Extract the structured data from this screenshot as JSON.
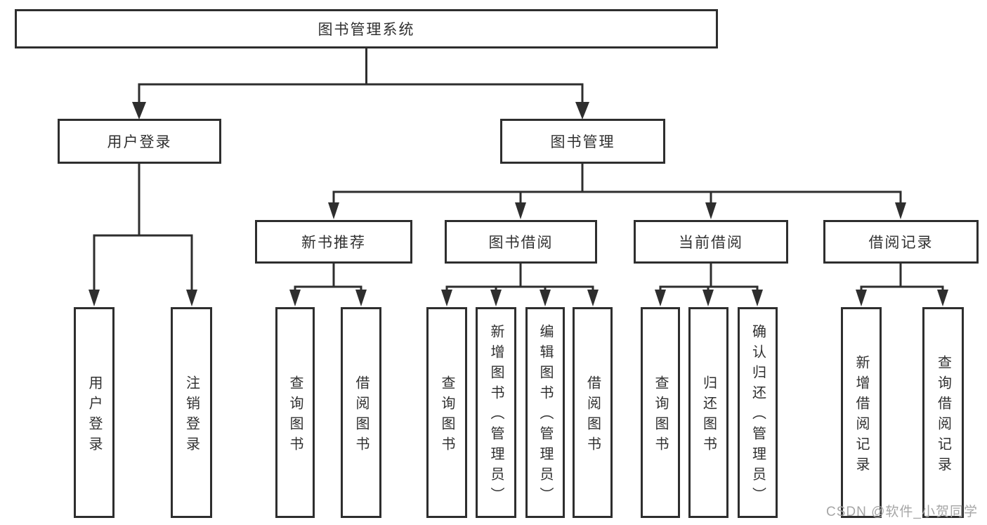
{
  "root": {
    "label": "图书管理系统"
  },
  "login": {
    "label": "用户登录",
    "children": [
      "用户登录",
      "注销登录"
    ]
  },
  "management": {
    "label": "图书管理",
    "groups": [
      {
        "label": "新书推荐",
        "children": [
          "查询图书",
          "借阅图书"
        ]
      },
      {
        "label": "图书借阅",
        "children": [
          "查询图书",
          "新增图书（管理员）",
          "编辑图书（管理员）",
          "借阅图书"
        ]
      },
      {
        "label": "当前借阅",
        "children": [
          "查询图书",
          "归还图书",
          "确认归还（管理员）"
        ]
      },
      {
        "label": "借阅记录",
        "children": [
          "新增借阅记录",
          "查询借阅记录"
        ]
      }
    ]
  },
  "watermark": "CSDN @软件_小贺同学",
  "colors": {
    "line": "#2e2e2e",
    "text": "#303030",
    "watermark_text": "#a6a6a6",
    "background": "#ffffff"
  }
}
